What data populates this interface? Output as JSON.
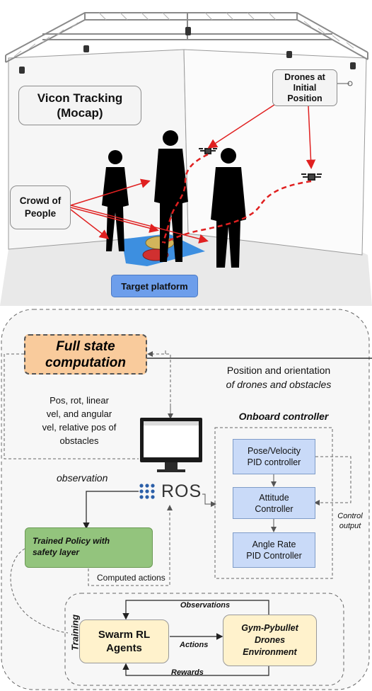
{
  "scene": {
    "vicon_label": "Vicon Tracking\n(Mocap)",
    "drones_label": "Drones at\nInitial\nPosition",
    "crowd_label": "Crowd of\nPeople",
    "target_label": "Target platform"
  },
  "system": {
    "full_state": "Full state\ncomputation",
    "pos_orient_line1": "Position and orientation",
    "pos_orient_line2": "of drones and obstacles",
    "state_list": "Pos, rot, linear\nvel, and angular\nvel, relative pos of\nobstacles",
    "onboard_title": "Onboard controller",
    "ctrl_pid": "Pose/Velocity\nPID controller",
    "ctrl_attitude": "Attitude\nController",
    "ctrl_rate": "Angle Rate\nPID Controller",
    "control_output": "Control\noutput",
    "observation": "observation",
    "ros": "ROS",
    "policy": "Trained Policy with\nsafety layer",
    "computed_actions": "Computed actions",
    "observations": "Observations",
    "actions": "Actions",
    "rewards": "Rewards",
    "training": "Training",
    "swarm": "Swarm RL\nAgents",
    "gym": "Gym-Pybullet\nDrones\nEnvironment"
  },
  "colors": {
    "full_state_fill": "#f9cb9c",
    "policy_fill": "#93c47d",
    "controller_fill": "#c9daf8",
    "env_fill": "#fff2cc",
    "target_fill": "#6d9eeb",
    "arrow_red": "#e02020"
  }
}
